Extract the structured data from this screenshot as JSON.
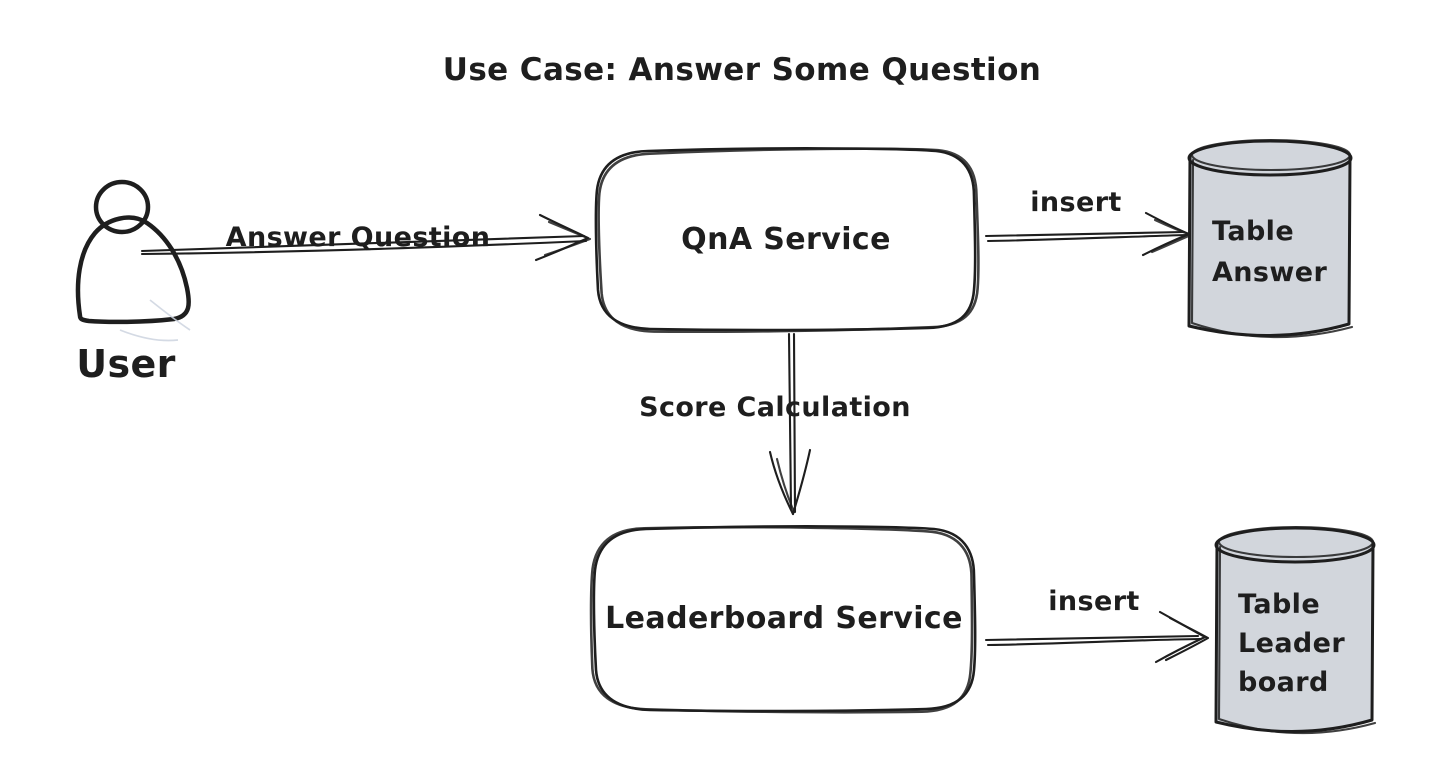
{
  "diagram": {
    "title": "Use Case: Answer Some Question",
    "actor": {
      "label": "User"
    },
    "nodes": [
      {
        "id": "qna-service",
        "type": "process",
        "label": "QnA Service"
      },
      {
        "id": "leaderboard-service",
        "type": "process",
        "label": "Leaderboard Service"
      },
      {
        "id": "table-answer",
        "type": "database",
        "label": "Table Answer",
        "lines": [
          "Table",
          "Answer"
        ]
      },
      {
        "id": "table-leaderboard",
        "type": "database",
        "label": "Table Leaderboard",
        "lines": [
          "Table",
          "Leader",
          "board"
        ]
      }
    ],
    "edges": [
      {
        "id": "answer-question",
        "label": "Answer Question",
        "from": "User",
        "to": "QnA Service"
      },
      {
        "id": "insert-answer",
        "label": "insert",
        "from": "QnA Service",
        "to": "Table Answer"
      },
      {
        "id": "score-calculation",
        "label": "Score Calculation",
        "from": "QnA Service",
        "to": "Leaderboard Service"
      },
      {
        "id": "insert-leaderboard",
        "label": "insert",
        "from": "Leaderboard Service",
        "to": "Table Leaderboard"
      }
    ],
    "colors": {
      "stroke": "#1e1e1e",
      "cylinder_fill": "#d2d6dc",
      "hatch": "#ccd3df",
      "background": "#ffffff"
    }
  }
}
